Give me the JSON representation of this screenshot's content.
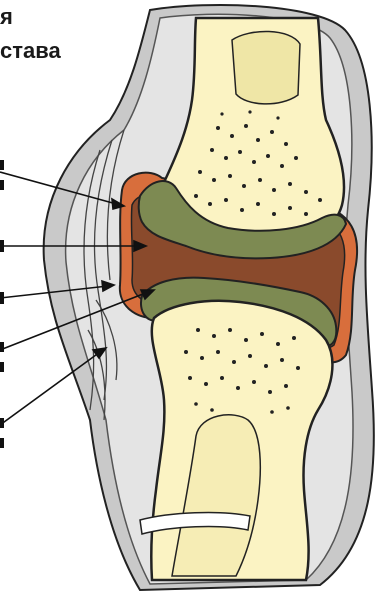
{
  "title": {
    "line1": "я",
    "line2": "става"
  },
  "callouts": {
    "count": 5
  },
  "colors": {
    "bone": "#fbf3c3",
    "cartilage": "#7d8a52",
    "cavity": "#8a4a2c",
    "synovial": "#d86e3c",
    "capsule": "#bcbcbc",
    "outline": "#222222"
  }
}
